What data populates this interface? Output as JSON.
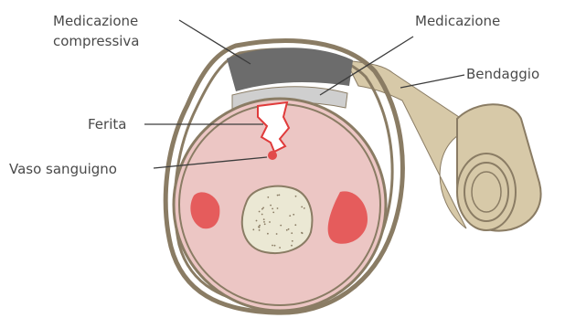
{
  "labels": {
    "compressive": [
      "Medicazione",
      "compressiva"
    ],
    "dressing": "Medicazione",
    "bandage": "Bendaggio",
    "wound": "Ferita",
    "vessel": "Vaso sanguigno"
  },
  "colors": {
    "outline": "#8a7c64",
    "bandage_fill": "#d7c9a8",
    "limb_fill": "#ecc6c4",
    "dark_pad": "#6c6c6c",
    "light_pad": "#cfcfcf",
    "wound_fill": "#ffffff",
    "wound_edge": "#e03a3a",
    "vessel": "#e24a4a",
    "muscle": "#e55c5c",
    "bone": "#ebe8d4",
    "leader": "#3c3c3c",
    "text": "#4a4a4a"
  }
}
